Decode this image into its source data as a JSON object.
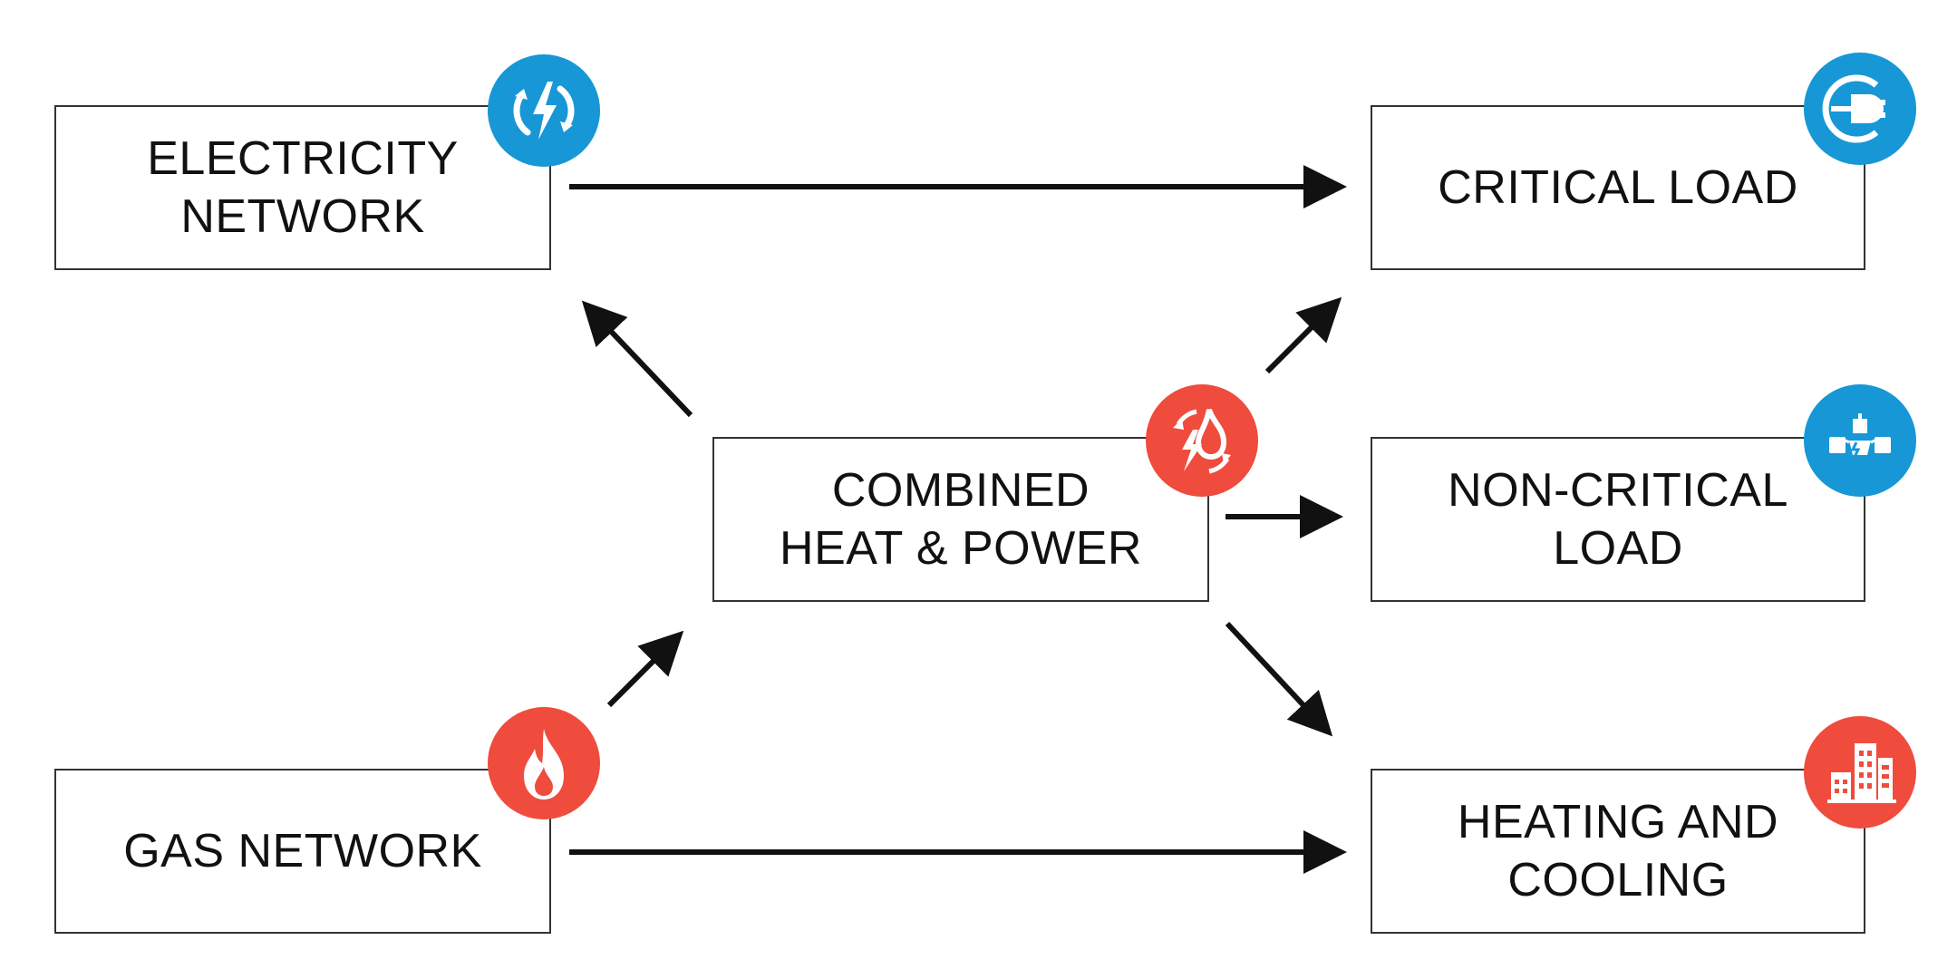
{
  "boxes": {
    "electricity_network": [
      "ELECTRICITY",
      "NETWORK"
    ],
    "gas_network": [
      "GAS NETWORK"
    ],
    "chp": [
      "COMBINED",
      "HEAT & POWER"
    ],
    "critical_load": [
      "CRITICAL LOAD"
    ],
    "non_critical_load": [
      "NON-CRITICAL",
      "LOAD"
    ],
    "heating_cooling": [
      "HEATING AND",
      "COOLING"
    ]
  },
  "icons": {
    "electricity_network": "electricity-cycle-icon",
    "gas_network": "flame-icon",
    "chp": "heat-power-icon",
    "critical_load": "plug-icon",
    "non_critical_load": "grid-load-icon",
    "heating_cooling": "buildings-icon"
  },
  "colors": {
    "blue": "#1797d6",
    "red": "#ef4c3d",
    "arrow": "#111111",
    "border": "#333333"
  }
}
